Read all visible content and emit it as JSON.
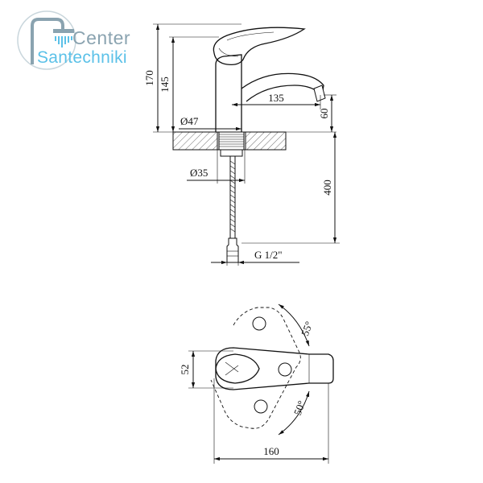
{
  "logo": {
    "line1": "Center",
    "line2": "Santechniki",
    "primary_color": "#8aa3b0",
    "accent_color": "#5bc1e8",
    "icon": "shower-head-icon"
  },
  "side_view": {
    "height_total": "170",
    "height_spout": "145",
    "spout_reach": "135",
    "spout_clearance": "60",
    "base_diameter": "Ø47",
    "hole_diameter": "Ø35",
    "hose_length": "400",
    "thread": "G 1/2\""
  },
  "top_view": {
    "width": "52",
    "length": "160",
    "angle_upper": "55°",
    "angle_lower": "50°"
  }
}
